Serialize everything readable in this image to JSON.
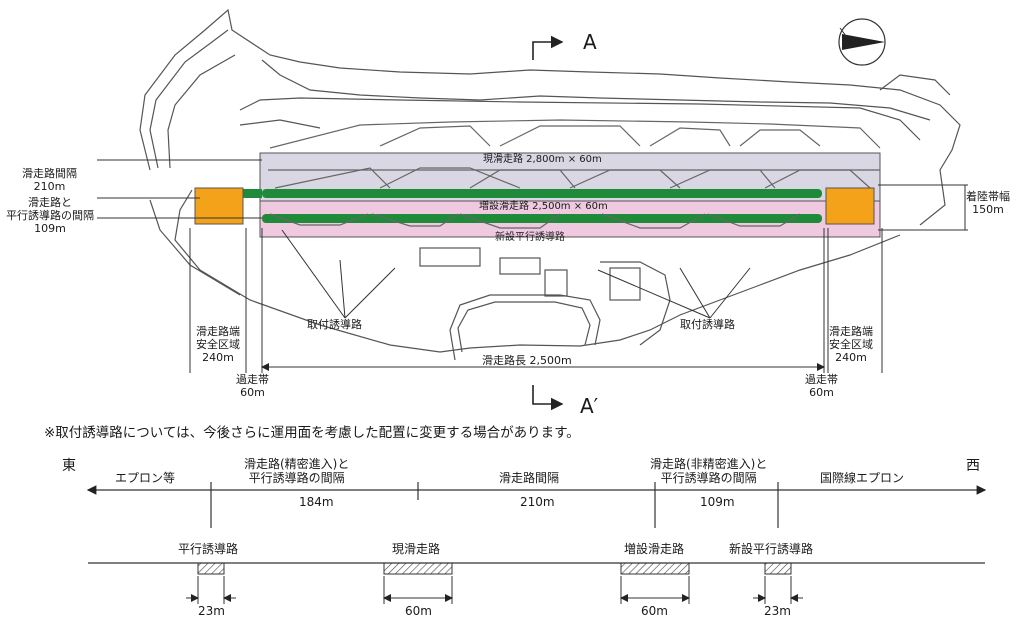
{
  "plan": {
    "section_a": "A",
    "section_a_prime": "A′",
    "existing_runway": "現滑走路 2,800m × 60m",
    "new_runway": "増設滑走路 2,500m × 60m",
    "new_parallel_taxiway": "新設平行誘導路",
    "left_spacing_label": [
      "滑走路間隔",
      "210m"
    ],
    "left_rwy_twy_label": [
      "滑走路と",
      "平行誘導路の間隔",
      "109m"
    ],
    "strip_width_label": [
      "着陸帯幅",
      "150m"
    ],
    "connecting_taxiway_left": "取付誘導路",
    "connecting_taxiway_right": "取付誘導路",
    "resa_left": [
      "滑走路端",
      "安全区域",
      "240m"
    ],
    "resa_right": [
      "滑走路端",
      "安全区域",
      "240m"
    ],
    "overrun_left": [
      "過走帯",
      "60m"
    ],
    "overrun_right": [
      "過走帯",
      "60m"
    ],
    "runway_length": "滑走路長 2,500m"
  },
  "note": "※取付誘導路については、今後さらに運用面を考慮した配置に変更する場合があります。",
  "section": {
    "east": "東",
    "west": "西",
    "apron_label": "エプロン等",
    "seg1_label": [
      "滑走路(精密進入)と",
      "平行誘導路の間隔"
    ],
    "seg1_value": "184m",
    "seg2_label": "滑走路間隔",
    "seg2_value": "210m",
    "seg3_label": [
      "滑走路(非精密進入)と",
      "平行誘導路の間隔"
    ],
    "seg3_value": "109m",
    "intl_apron_label": "国際線エプロン",
    "items": [
      {
        "name": "平行誘導路",
        "width": "23m"
      },
      {
        "name": "現滑走路",
        "width": "60m"
      },
      {
        "name": "増設滑走路",
        "width": "60m"
      },
      {
        "name": "新設平行誘導路",
        "width": "23m"
      }
    ]
  },
  "colors": {
    "existing_strip": "#d9d7e3",
    "new_strip": "#eec9e0",
    "taxiway": "#1f8a3a",
    "resa": "#f5a21b",
    "line": "#333333"
  }
}
